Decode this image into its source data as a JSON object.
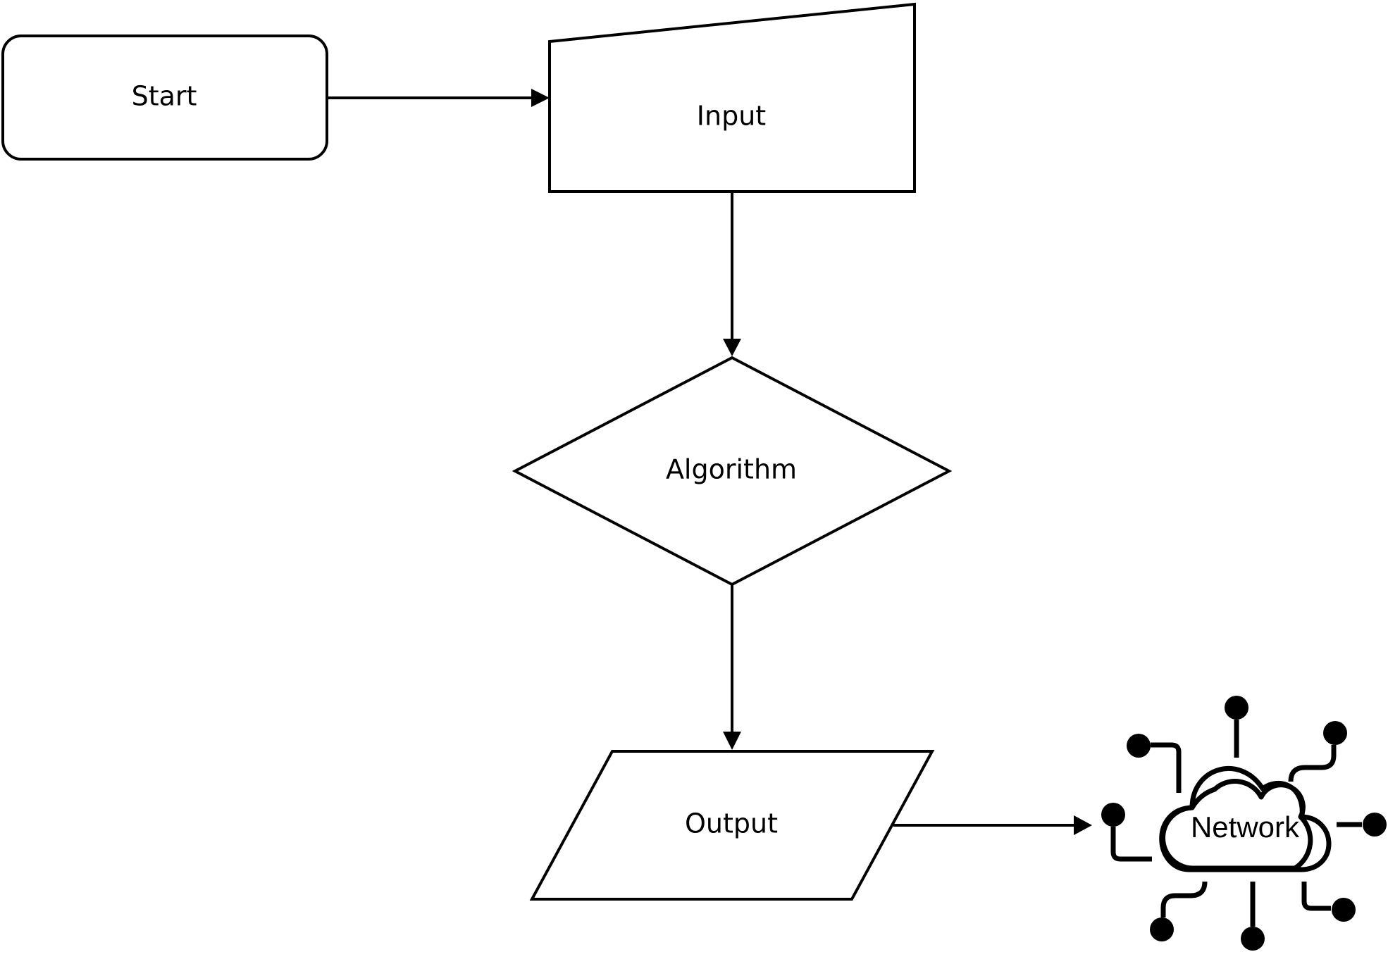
{
  "diagram": {
    "type": "flowchart",
    "nodes": [
      {
        "id": "start",
        "label": "Start",
        "shape": "rounded-rectangle"
      },
      {
        "id": "input",
        "label": "Input",
        "shape": "manual-input"
      },
      {
        "id": "algorithm",
        "label": "Algorithm",
        "shape": "decision"
      },
      {
        "id": "output",
        "label": "Output",
        "shape": "data"
      },
      {
        "id": "network",
        "label": "Network",
        "shape": "cloud-network-icon"
      }
    ],
    "edges": [
      {
        "from": "start",
        "to": "input"
      },
      {
        "from": "input",
        "to": "algorithm"
      },
      {
        "from": "algorithm",
        "to": "output"
      },
      {
        "from": "output",
        "to": "network"
      }
    ],
    "colors": {
      "stroke": "#000000",
      "fill": "#ffffff",
      "background": "#ffffff"
    }
  }
}
